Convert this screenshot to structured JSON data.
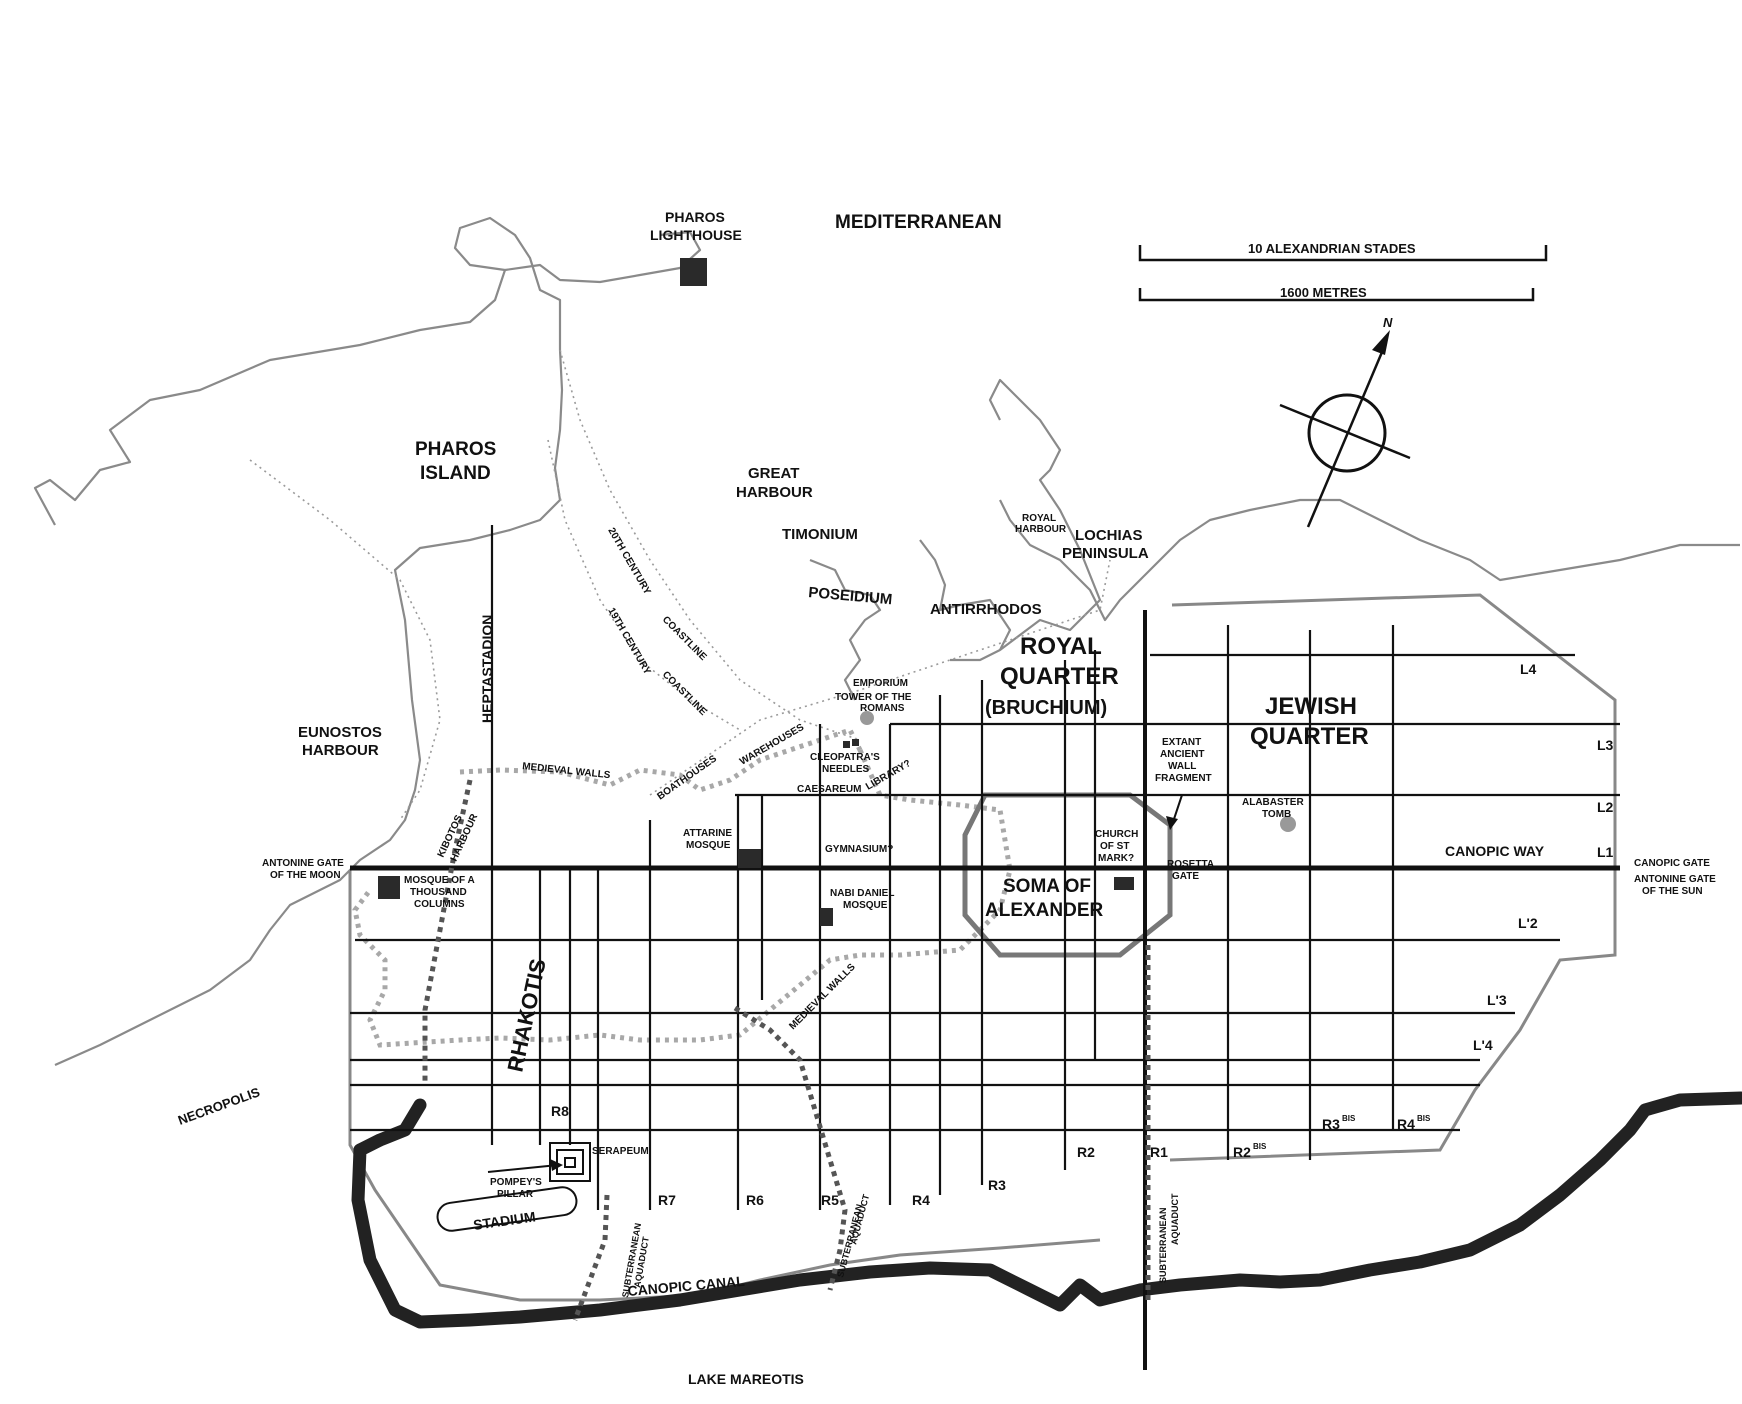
{
  "labels": {
    "mediterranean": "MEDITERRANEAN",
    "pharos_lighthouse_1": "PHAROS",
    "pharos_lighthouse_2": "LIGHTHOUSE",
    "pharos_island_1": "PHAROS",
    "pharos_island_2": "ISLAND",
    "great_harbour_1": "GREAT",
    "great_harbour_2": "HARBOUR",
    "timonium": "TIMONIUM",
    "poseidium": "POSEIDIUM",
    "antirrhodos": "ANTIRRHODOS",
    "royal_harbour_1": "ROYAL",
    "royal_harbour_2": "HARBOUR",
    "lochias_1": "LOCHIAS",
    "lochias_2": "PENINSULA",
    "royal_quarter_1": "ROYAL",
    "royal_quarter_2": "QUARTER",
    "royal_quarter_3": "(BRUCHIUM)",
    "jewish_quarter_1": "JEWISH",
    "jewish_quarter_2": "QUARTER",
    "eunostos_1": "EUNOSTOS",
    "eunostos_2": "HARBOUR",
    "heptastadion": "HEPTASTADION",
    "coast_20th_1": "20TH CENTURY",
    "coast_20th_2": "COASTLINE",
    "coast_19th_1": "19TH CENTURY",
    "coast_19th_2": "COASTLINE",
    "emporium": "EMPORIUM",
    "tower_1": "TOWER OF THE",
    "tower_2": "ROMANS",
    "warehouses": "WAREHOUSES",
    "boathouses": "BOATHOUSES",
    "medieval_walls_n": "MEDIEVAL WALLS",
    "cleopatra_1": "CLEOPATRA'S",
    "cleopatra_2": "NEEDLES",
    "caesareum": "CAESAREUM",
    "library": "LIBRARY?",
    "extant_1": "EXTANT",
    "extant_2": "ANCIENT",
    "extant_3": "WALL",
    "extant_4": "FRAGMENT",
    "alabaster_1": "ALABASTER",
    "alabaster_2": "TOMB",
    "attarine_1": "ATTARINE",
    "attarine_2": "MOSQUE",
    "gymnasium": "GYMNASIUM?",
    "church_1": "CHURCH",
    "church_2": "OF ST",
    "church_3": "MARK?",
    "rosetta_1": "ROSETTA",
    "rosetta_2": "GATE",
    "canopic_way": "CANOPIC WAY",
    "canopic_gate": "CANOPIC GATE",
    "antonine_sun_1": "ANTONINE GATE",
    "antonine_sun_2": "OF THE SUN",
    "antonine_moon_1": "ANTONINE GATE",
    "antonine_moon_2": "OF THE MOON",
    "mosque_thousand_1": "MOSQUE OF A",
    "mosque_thousand_2": "THOUSAND",
    "mosque_thousand_3": "COLUMNS",
    "kibotos_1": "KIBOTOS",
    "kibotos_2": "HARBOUR",
    "nabi_1": "NABI DANIEL",
    "nabi_2": "MOSQUE",
    "soma_1": "SOMA OF",
    "soma_2": "ALEXANDER",
    "rhakotis": "RHAKOTIS",
    "medieval_walls_s": "MEDIEVAL WALLS",
    "necropolis": "NECROPOLIS",
    "serapeum": "SERAPEUM",
    "pompey_1": "POMPEY'S",
    "pompey_2": "PILLAR",
    "stadium": "STADIUM",
    "aqueduct_w_1": "SUBTERRANEAN",
    "aqueduct_w_2": "AQUADUCT",
    "aqueduct_m_1": "SUBTERRANEAN",
    "aqueduct_m_2": "AQUADUCT",
    "aqueduct_e_1": "SUBTERRANEAN",
    "aqueduct_e_2": "AQUADUCT",
    "canopic_canal": "CANOPIC CANAL",
    "lake_mareotis": "LAKE MAREOTIS",
    "scale_stades": "10 ALEXANDRIAN STADES",
    "scale_metres": "1600 METRES",
    "north": "N"
  },
  "streets": {
    "L4": "L4",
    "L3": "L3",
    "L2": "L2",
    "L1": "L1",
    "Lp2": "L'2",
    "Lp3": "L'3",
    "Lp4": "L'4",
    "R1": "R1",
    "R2": "R2",
    "R3": "R3",
    "R4": "R4",
    "R5": "R5",
    "R6": "R6",
    "R7": "R7",
    "R8": "R8",
    "R2bis": "R2",
    "R3bis": "R3",
    "R4bis": "R4",
    "bis": "BIS"
  },
  "colors": {
    "coast": "#8a8a8a",
    "street": "#111111",
    "wall": "#a8a8a8",
    "canal": "#222222"
  }
}
